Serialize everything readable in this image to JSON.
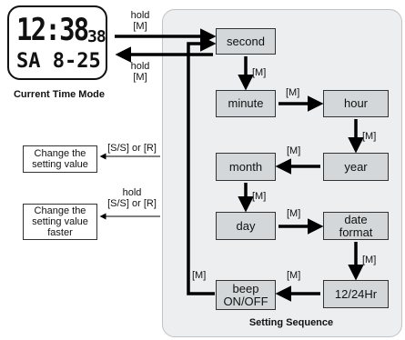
{
  "watch": {
    "time": "12:38",
    "seconds": "38",
    "day_date": "SA  8-25",
    "caption": "Current Time Mode"
  },
  "arrows": {
    "to_setting": "hold\n[M]",
    "to_time": "hold\n[M]"
  },
  "side": {
    "change_value": {
      "label": "Change the\nsetting value",
      "key": "[S/S] or [R]"
    },
    "change_faster": {
      "label": "Change the\nsetting value\nfaster",
      "key": "hold\n[S/S] or [R]"
    }
  },
  "sequence": {
    "title": "Setting Sequence",
    "steps": [
      "second",
      "minute",
      "hour",
      "year",
      "month",
      "day",
      "date\nformat",
      "12/24Hr",
      "beep\nON/OFF"
    ],
    "button": "[M]"
  }
}
